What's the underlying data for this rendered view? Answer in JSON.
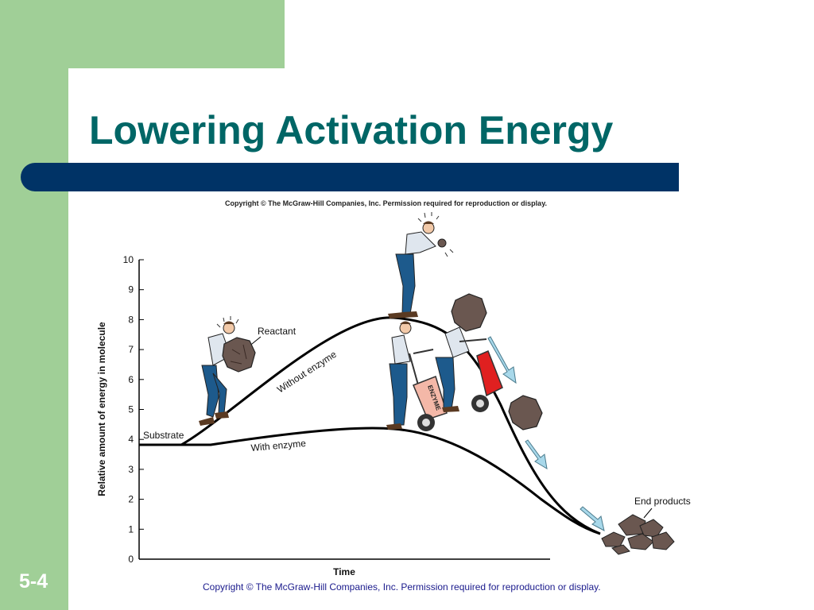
{
  "slide": {
    "title": "Lowering Activation Energy",
    "number": "5-4",
    "footer": "Copyright © The McGraw-Hill Companies, Inc. Permission required for reproduction or display.",
    "figure_copyright": "Copyright © The McGraw-Hill Companies, Inc. Permission required for reproduction or display."
  },
  "colors": {
    "title": "#006666",
    "sidebar_green": "#a0cf97",
    "title_bar": "#003366",
    "shirt": "#dfe6ee",
    "pants": "#1d5a8c",
    "rock": "#6a5750",
    "enzyme_red": "#e02020",
    "enzyme_pink": "#f4b8a8",
    "arrow": "#a8d8ea"
  },
  "figure": {
    "ylabel": "Relative amount of energy in molecule",
    "xlabel": "Time",
    "y_ticks": [
      "0",
      "1",
      "2",
      "3",
      "4",
      "5",
      "6",
      "7",
      "8",
      "9",
      "10"
    ],
    "labels": {
      "reactant": "Reactant",
      "substrate": "Substrate",
      "without_enzyme": "Without enzyme",
      "with_enzyme": "With enzyme",
      "end_products": "End products",
      "enzyme_cart": "ENZYME"
    },
    "curves": {
      "start_level": 3.8,
      "peak_without_enzyme": 8.0,
      "peak_with_enzyme": 4.3,
      "end_level": 0.8
    }
  }
}
